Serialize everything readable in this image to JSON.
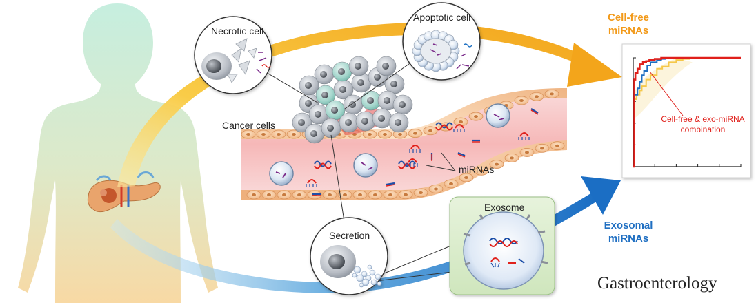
{
  "labels": {
    "necrotic_cell": "Necrotic cell",
    "apoptotic_cell": "Apoptotic cell",
    "cancer_cells": "Cancer cells",
    "mirnas": "miRNAs",
    "secretion": "Secretion",
    "exosome": "Exosome",
    "cell_free_line1": "Cell-free",
    "cell_free_line2": "miRNAs",
    "exosomal_line1": "Exosomal",
    "exosomal_line2": "miRNAs",
    "combination_line1": "Cell-free & exo-miRNA",
    "combination_line2": "combination",
    "journal": "Gastroenterology"
  },
  "colors": {
    "cell_free_arrow": "#f5b21b",
    "exosomal_arrow": "#1f6fc2",
    "combination_curve": "#e0201b",
    "vessel": "#f7c1c1",
    "vessel_wall": "#f0b98a",
    "body_top": "#c9eedd",
    "body_bottom": "#f7dca6",
    "exosome_panel": "#dcefcf"
  },
  "chart_data": {
    "type": "line",
    "title": "",
    "xlabel": "",
    "ylabel": "",
    "xlim": [
      0,
      1
    ],
    "ylim": [
      0,
      1
    ],
    "series": [
      {
        "color": "#f5c84a",
        "x": [
          0,
          0.01,
          0.03,
          0.06,
          0.08,
          0.12,
          0.16,
          0.22,
          0.27,
          0.33,
          0.4,
          0.46,
          0.52,
          1.0
        ],
        "y": [
          0,
          0.62,
          0.66,
          0.7,
          0.74,
          0.8,
          0.84,
          0.9,
          0.92,
          0.96,
          0.98,
          0.99,
          1.0,
          1.0
        ]
      },
      {
        "color": "#1f6fc2",
        "x": [
          0,
          0.01,
          0.04,
          0.06,
          0.08,
          0.1,
          0.13,
          0.16,
          0.22,
          0.26,
          0.3,
          1.0
        ],
        "y": [
          0,
          0.66,
          0.72,
          0.78,
          0.84,
          0.88,
          0.93,
          0.96,
          0.98,
          0.99,
          1.0,
          1.0
        ]
      },
      {
        "color": "#e0201b",
        "x": [
          0,
          0.01,
          0.02,
          0.04,
          0.06,
          0.09,
          0.12,
          0.15,
          0.2,
          0.26,
          0.3,
          1.0
        ],
        "y": [
          0,
          0.8,
          0.86,
          0.9,
          0.94,
          0.96,
          0.97,
          0.98,
          0.99,
          1.0,
          1.0,
          1.0
        ]
      }
    ]
  }
}
